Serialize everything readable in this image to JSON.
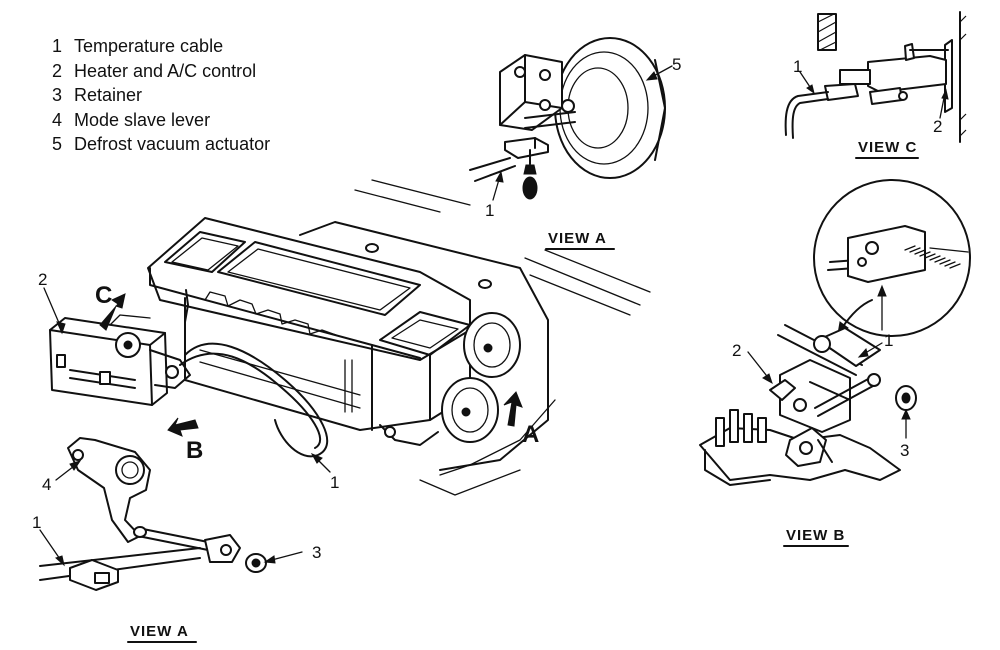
{
  "legend": {
    "items": [
      {
        "num": "1",
        "label": "Temperature cable"
      },
      {
        "num": "2",
        "label": "Heater and A/C control"
      },
      {
        "num": "3",
        "label": "Retainer"
      },
      {
        "num": "4",
        "label": "Mode slave lever"
      },
      {
        "num": "5",
        "label": "Defrost vacuum actuator"
      }
    ]
  },
  "views": {
    "view_a_top": "VIEW A",
    "view_a_bottom": "VIEW A",
    "view_b": "VIEW B",
    "view_c": "VIEW C"
  },
  "direction_arrows": {
    "a": "A",
    "b": "B",
    "c": "C"
  },
  "callouts": {
    "main_control": "2",
    "main_cable": "1",
    "view_a_top_actuator": "5",
    "view_a_top_cable": "1",
    "view_a_bottom_lever": "4",
    "view_a_bottom_cable": "1",
    "view_a_bottom_retainer": "3",
    "view_b_cable": "1",
    "view_b_control": "2",
    "view_b_retainer": "3",
    "view_c_cable": "1",
    "view_c_control": "2"
  }
}
